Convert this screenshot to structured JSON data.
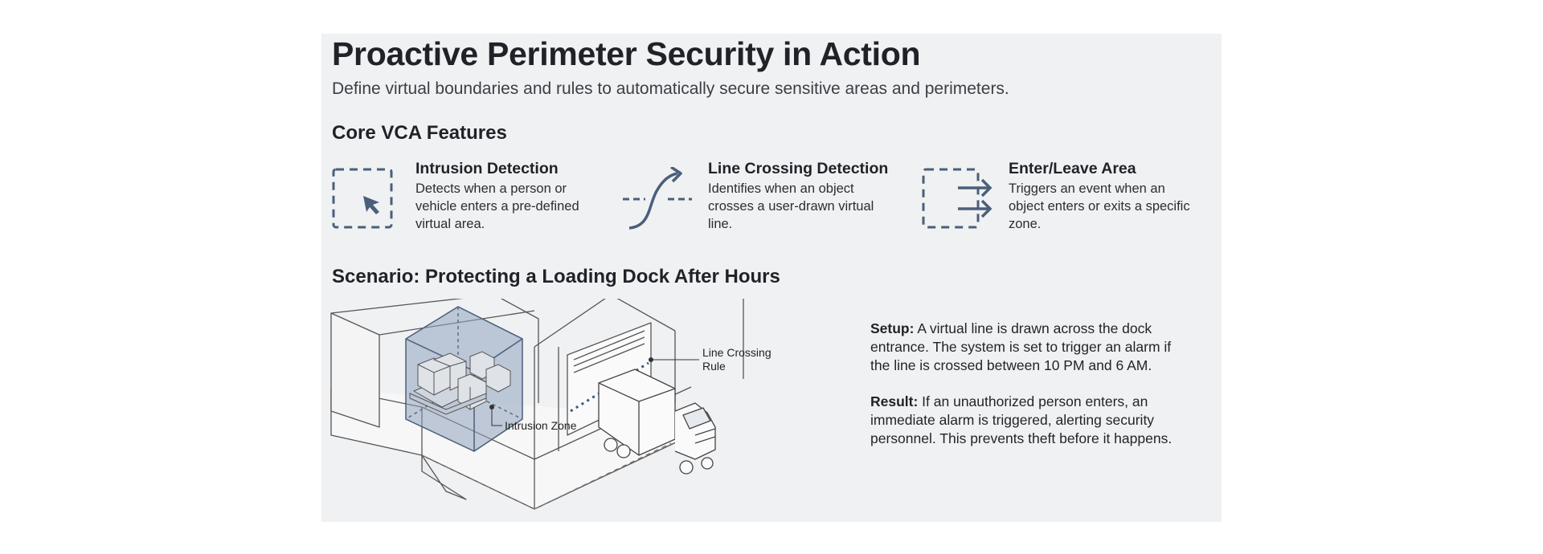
{
  "header": {
    "title": "Proactive Perimeter Security in Action",
    "subtitle": "Define virtual boundaries and rules to automatically secure sensitive areas and perimeters."
  },
  "features": {
    "section_title": "Core VCA Features",
    "items": [
      {
        "name": "Intrusion Detection",
        "description": "Detects when a person or vehicle enters a pre-defined virtual area.",
        "icon": "dashed-box-cursor-icon"
      },
      {
        "name": "Line Crossing Detection",
        "description": "Identifies when an object crosses a user-drawn virtual line.",
        "icon": "crossing-line-arrow-icon"
      },
      {
        "name": "Enter/Leave Area",
        "description": "Triggers an event when an object enters or exits a specific zone.",
        "icon": "dashed-box-arrows-icon"
      }
    ]
  },
  "scenario": {
    "section_title": "Scenario: Protecting a Loading Dock After Hours",
    "labels": {
      "line_crossing_1": "Line Crossing",
      "line_crossing_2": "Rule",
      "intrusion_zone": "Intrusion Zone"
    },
    "setup_label": "Setup:",
    "setup_text": " A virtual line is drawn across the dock entrance. The system is set to trigger an alarm if the line is crossed between 10 PM and 6 AM.",
    "result_label": "Result:",
    "result_text": " If an unauthorized person enters, an immediate alarm is triggered, alerting security personnel. This prevents theft before it happens."
  },
  "colors": {
    "panel_bg": "#f0f1f3",
    "accent": "#4a5f7a",
    "zone_fill": "#8fa3be"
  }
}
